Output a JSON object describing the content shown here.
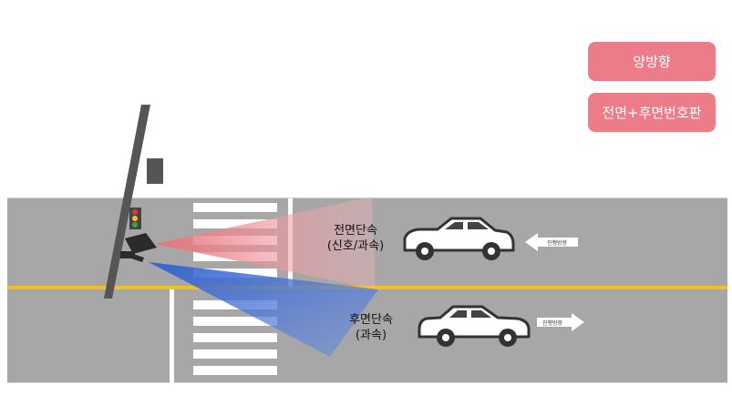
{
  "badges": [
    {
      "label": "양방향"
    },
    {
      "label": "전면+후면번호판"
    }
  ],
  "front_zone": {
    "title": "전면단속",
    "subtitle": "(신호/과속)"
  },
  "rear_zone": {
    "title": "후면단속",
    "subtitle": "(과속)"
  },
  "arrows": {
    "left": "진행방향",
    "right": "진행방향"
  },
  "colors": {
    "badge": "#ec7c87",
    "road": "#a7a7a7",
    "center_line": "#f2c21b",
    "front_beam": "#e8707a",
    "rear_beam": "#3a6fd0",
    "car": "#3a3a3a"
  }
}
